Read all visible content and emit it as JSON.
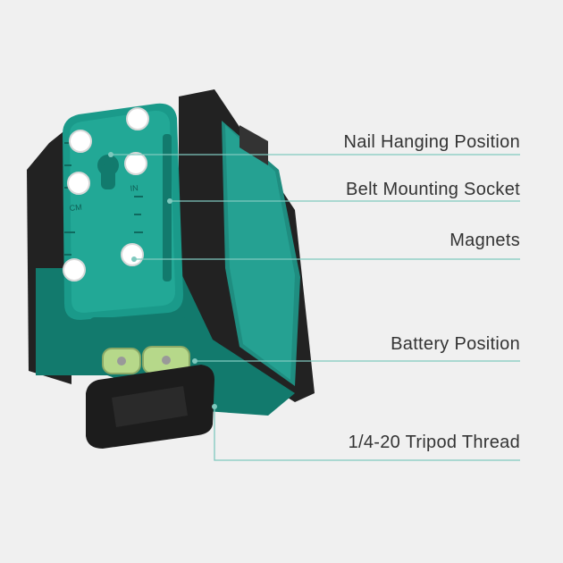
{
  "colors": {
    "background": "#f0f0f0",
    "teal": "#1a9a8a",
    "teal_dark": "#127a6d",
    "teal_light": "#2ab3a1",
    "housing_black": "#222222",
    "leader_line": "#7fc9be",
    "label_text": "#333333",
    "battery_green": "#b6d88a"
  },
  "product": {
    "scale_left": "CM",
    "scale_right": "IN"
  },
  "callouts": [
    {
      "id": "nail",
      "label": "Nail Hanging Position"
    },
    {
      "id": "belt",
      "label": "Belt Mounting Socket"
    },
    {
      "id": "magnets",
      "label": "Magnets"
    },
    {
      "id": "battery",
      "label": "Battery Position"
    },
    {
      "id": "tripod",
      "label": "1/4-20 Tripod Thread"
    }
  ]
}
